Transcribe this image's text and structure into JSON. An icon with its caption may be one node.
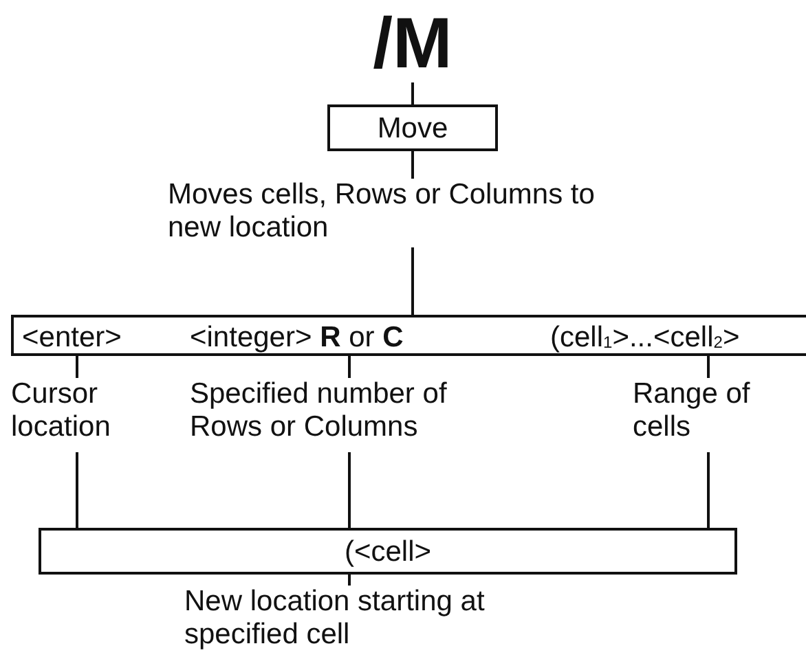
{
  "diagram": {
    "nodes": [
      {
        "text": [
          "/M"
        ]
      },
      {
        "text": [
          "Move"
        ]
      },
      {
        "text": [
          "Moves cells, Rows or Columns to new location"
        ]
      },
      {
        "text": [],
        "shape": "bar"
      },
      {
        "text": [
          "<enter>"
        ],
        "in": 3
      },
      {
        "text": [
          "<integer> **R** or **C**"
        ],
        "in": 3
      },
      {
        "text": [
          "(cell$_{1}$>...<cell$_{2}$>"
        ],
        "in": 3
      },
      {
        "text": [
          "Cursor location"
        ]
      },
      {
        "text": [
          "Specified number of Rows or Columns"
        ]
      },
      {
        "text": [
          "Range of cells"
        ]
      },
      {
        "text": [
          "(<cell>"
        ]
      },
      {
        "text": [
          "New location starting at specified cell"
        ]
      }
    ],
    "edges": [
      {
        "from": 0,
        "to": 1,
        "arrow": "none"
      },
      {
        "from": 1,
        "to": 2,
        "arrow": "none"
      },
      {
        "from": 2,
        "to": 3,
        "arrow": "none"
      },
      {
        "from": 4,
        "to": 7,
        "arrow": "none"
      },
      {
        "from": 5,
        "to": 8,
        "arrow": "none"
      },
      {
        "from": 6,
        "to": 9,
        "arrow": "none"
      },
      {
        "from": 7,
        "to": 10,
        "arrow": "none"
      },
      {
        "from": 8,
        "to": 10,
        "arrow": "none"
      },
      {
        "from": 9,
        "to": 10,
        "arrow": "none"
      },
      {
        "from": 10,
        "to": 11,
        "arrow": "none"
      }
    ]
  }
}
